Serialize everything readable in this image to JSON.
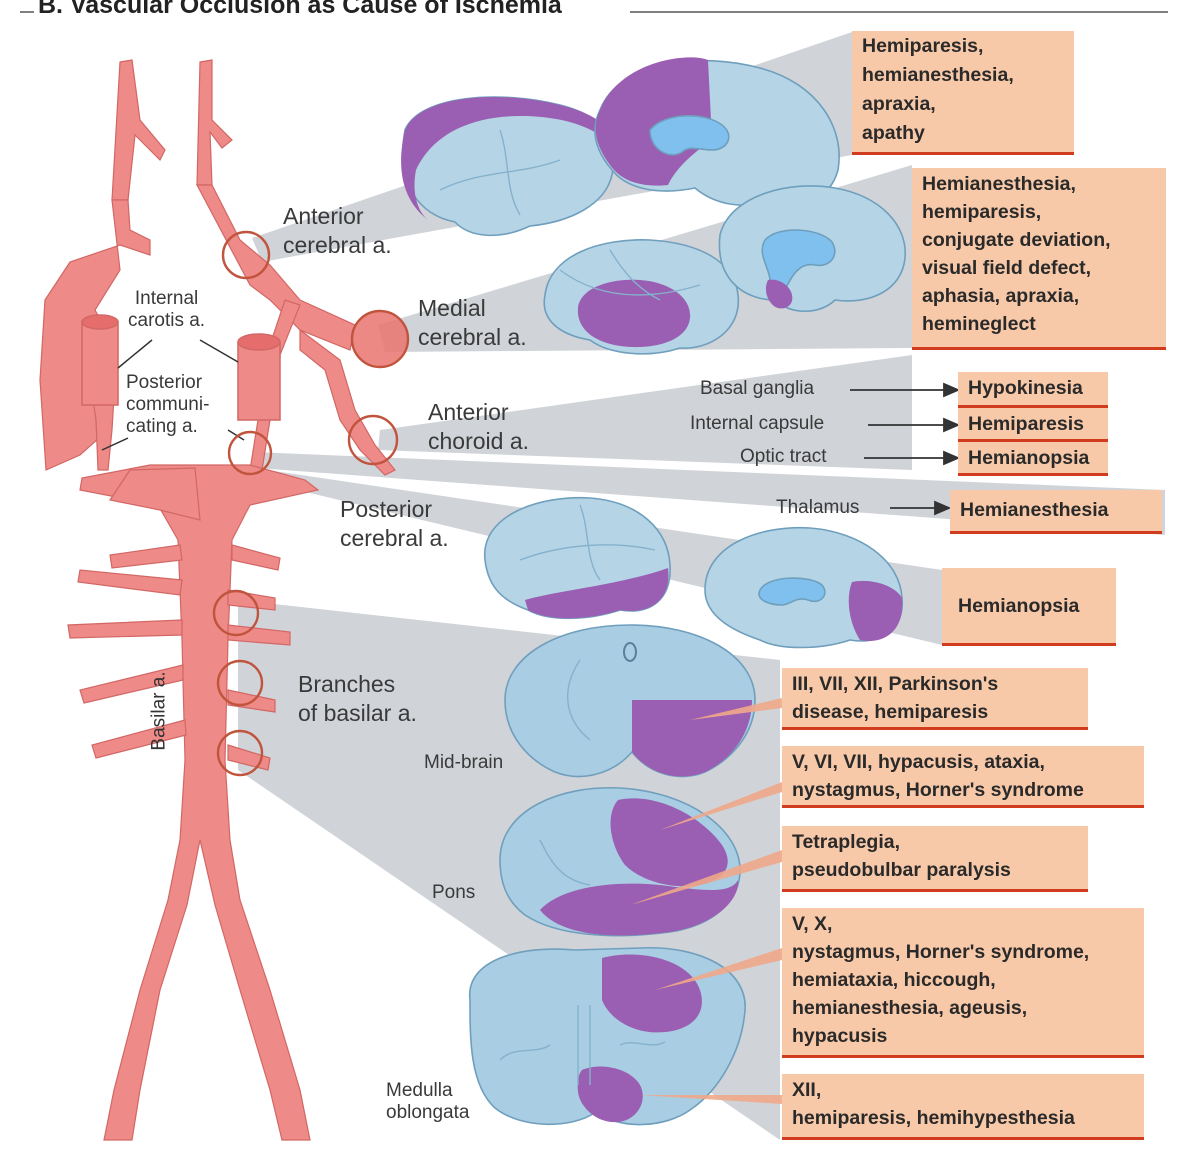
{
  "title": "B. Vascular Occlusion as Cause of Ischemia",
  "labels": {
    "anterior_cerebral": "Anterior\ncerebral a.",
    "medial_cerebral": "Medial\ncerebral a.",
    "anterior_choroid": "Anterior\nchoroid a.",
    "posterior_cerebral": "Posterior\ncerebral a.",
    "branches_basilar": "Branches\nof basilar a.",
    "internal_carotis": "Internal\ncarotis a.",
    "posterior_communicating": "Posterior\ncommuni-\ncating a.",
    "basilar": "Basilar a.",
    "mid_brain": "Mid-brain",
    "pons": "Pons",
    "medulla": "Medulla\noblongata"
  },
  "structures": {
    "basal_ganglia": "Basal ganglia",
    "internal_capsule": "Internal capsule",
    "optic_tract": "Optic tract",
    "thalamus": "Thalamus"
  },
  "deficits": {
    "anterior": "Hemiparesis,\nhemianesthesia,\napraxia,\napathy",
    "medial": "Hemianesthesia,\nhemiparesis,\nconjugate deviation,\nvisual field defect,\naphasia, apraxia,\nhemineglect",
    "hypokinesia": "Hypokinesia",
    "hemiparesis": "Hemiparesis",
    "hemianopsia_choroid": "Hemianopsia",
    "thalamus": "Hemianesthesia",
    "posterior": "Hemianopsia",
    "midbrain": "III, VII, XII, Parkinson's\ndisease, hemiparesis",
    "pons_upper": "V, VI, VII, hypacusis, ataxia,\nnystagmus, Horner's syndrome",
    "pons_lower": "Tetraplegia,\npseudobulbar paralysis",
    "medulla_upper": "V, X,\nnystagmus, Horner's syndrome,\nhemiataxia, hiccough,\nhemianesthesia, ageusis,\nhypacusis",
    "medulla_lower": "XII,\nhemiparesis, hemihypesthesia"
  },
  "colors": {
    "artery": "#ee8a87",
    "artery_outline": "#d26765",
    "brain": "#b5d5e7",
    "brain_outline": "#6f9fbd",
    "lesion": "#9a5fb2",
    "ventricle": "#7fc0ee",
    "box": "#f8c9a8",
    "box_line": "#d23c1e",
    "wedge": "#c8ccd2"
  }
}
